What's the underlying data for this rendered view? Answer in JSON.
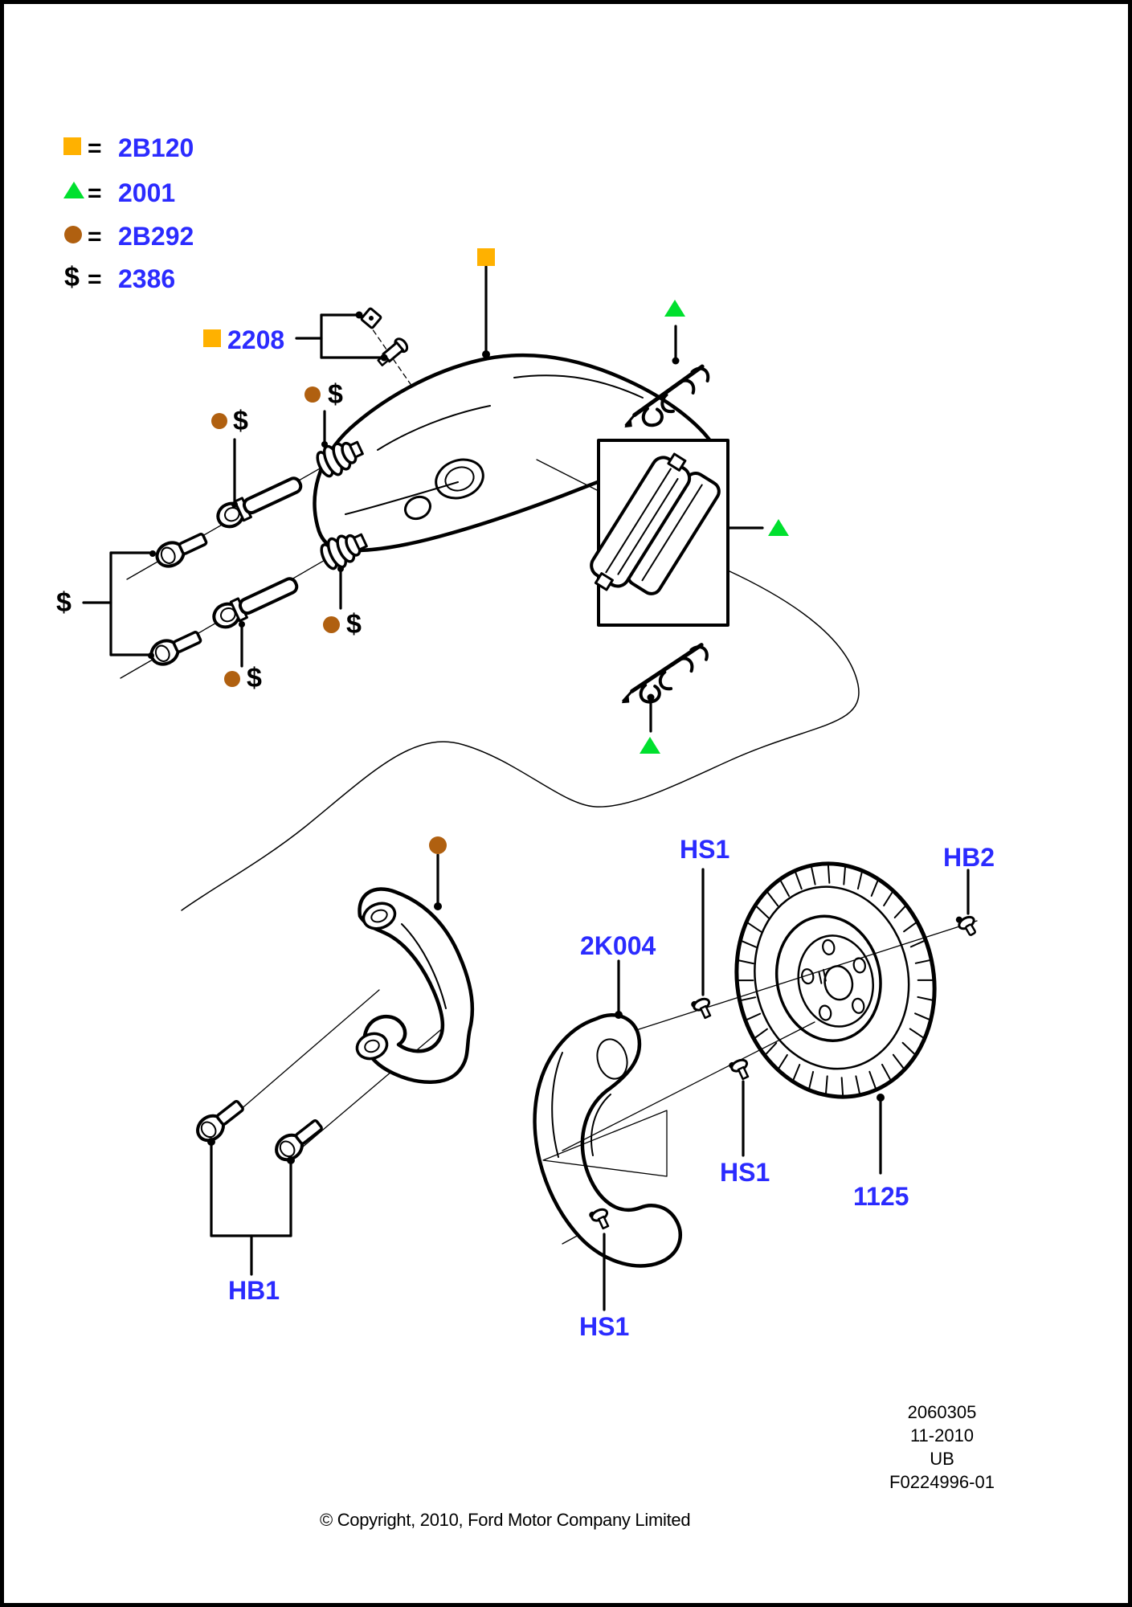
{
  "colors": {
    "label_blue": "#2b2bff",
    "marker_orange": "#ffb100",
    "marker_green": "#00e02e",
    "marker_brown": "#b06010",
    "line_black": "#000000",
    "background": "#ffffff"
  },
  "legend": {
    "equals": "=",
    "items": [
      {
        "symbol": "orange-square",
        "code": "2B120"
      },
      {
        "symbol": "green-triangle",
        "code": "2001"
      },
      {
        "symbol": "brown-circle",
        "code": "2B292"
      },
      {
        "symbol": "dollar-sign",
        "code": "2386"
      }
    ]
  },
  "marks": {
    "dollar": "$"
  },
  "callouts": {
    "c2208": "2208",
    "hs1": "HS1",
    "hb2": "HB2",
    "k2004": "2K004",
    "n1125": "1125",
    "hb1": "HB1"
  },
  "footer": {
    "copyright": "© Copyright, 2010, Ford Motor Company Limited",
    "ref_number": "2060305",
    "date": "11-2010",
    "market_code": "UB",
    "figure_number": "F0224996-01"
  }
}
